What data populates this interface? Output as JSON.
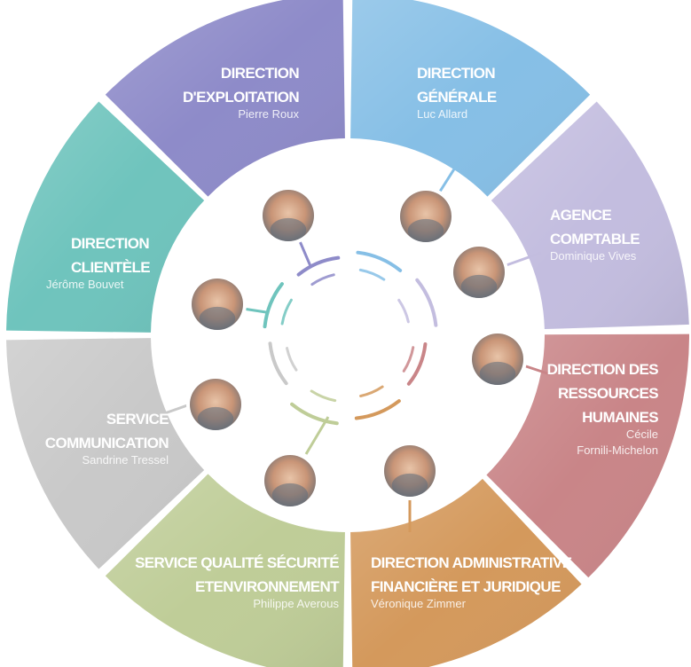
{
  "colors": {
    "direction_exploitation": "#8e8bc9",
    "direction_generale": "#86bfe6",
    "agence_comptable": "#c3bddf",
    "direction_rh": "#c98588",
    "direction_administrative": "#d4995c",
    "service_qualite": "#bfcd98",
    "service_communication": "#c9c9c9",
    "direction_clientele": "#6fc4bd"
  },
  "segments": [
    {
      "key": "direction_exploitation",
      "title_lines": [
        "DIRECTION",
        "D'EXPLOITATION"
      ],
      "name": "Pierre Roux",
      "avatar": "pierre-roux-photo"
    },
    {
      "key": "direction_generale",
      "title_lines": [
        "DIRECTION",
        "GÉNÉRALE"
      ],
      "name": "Luc Allard",
      "avatar": "luc-allard-photo"
    },
    {
      "key": "agence_comptable",
      "title_lines": [
        "AGENCE",
        "COMPTABLE"
      ],
      "name": "Dominique Vives",
      "avatar": "dominique-vives-photo"
    },
    {
      "key": "direction_rh",
      "title_lines": [
        "DIRECTION DES",
        "RESSOURCES",
        "HUMAINES"
      ],
      "name_lines": [
        "Cécile",
        "Fornili-Michelon"
      ],
      "avatar": "cecile-fornili-michelon-photo"
    },
    {
      "key": "direction_administrative",
      "title_lines": [
        "DIRECTION ADMINISTRATIVE",
        "FINANCIÈRE ET JURIDIQUE"
      ],
      "name": "Véronique Zimmer",
      "avatar": "veronique-zimmer-photo"
    },
    {
      "key": "service_qualite",
      "title_lines": [
        "SERVICE  QUALITÉ SÉCURITÉ",
        "ETENVIRONNEMENT"
      ],
      "name": "Philippe Averous",
      "avatar": "philippe-averous-photo"
    },
    {
      "key": "service_communication",
      "title_lines": [
        "SERVICE",
        "COMMUNICATION"
      ],
      "name": "Sandrine Tressel",
      "avatar": "sandrine-tressel-photo"
    },
    {
      "key": "direction_clientele",
      "title_lines": [
        "DIRECTION",
        "CLIENTÈLE"
      ],
      "name": "Jérôme Bouvet",
      "avatar": "jerome-bouvet-photo"
    }
  ]
}
